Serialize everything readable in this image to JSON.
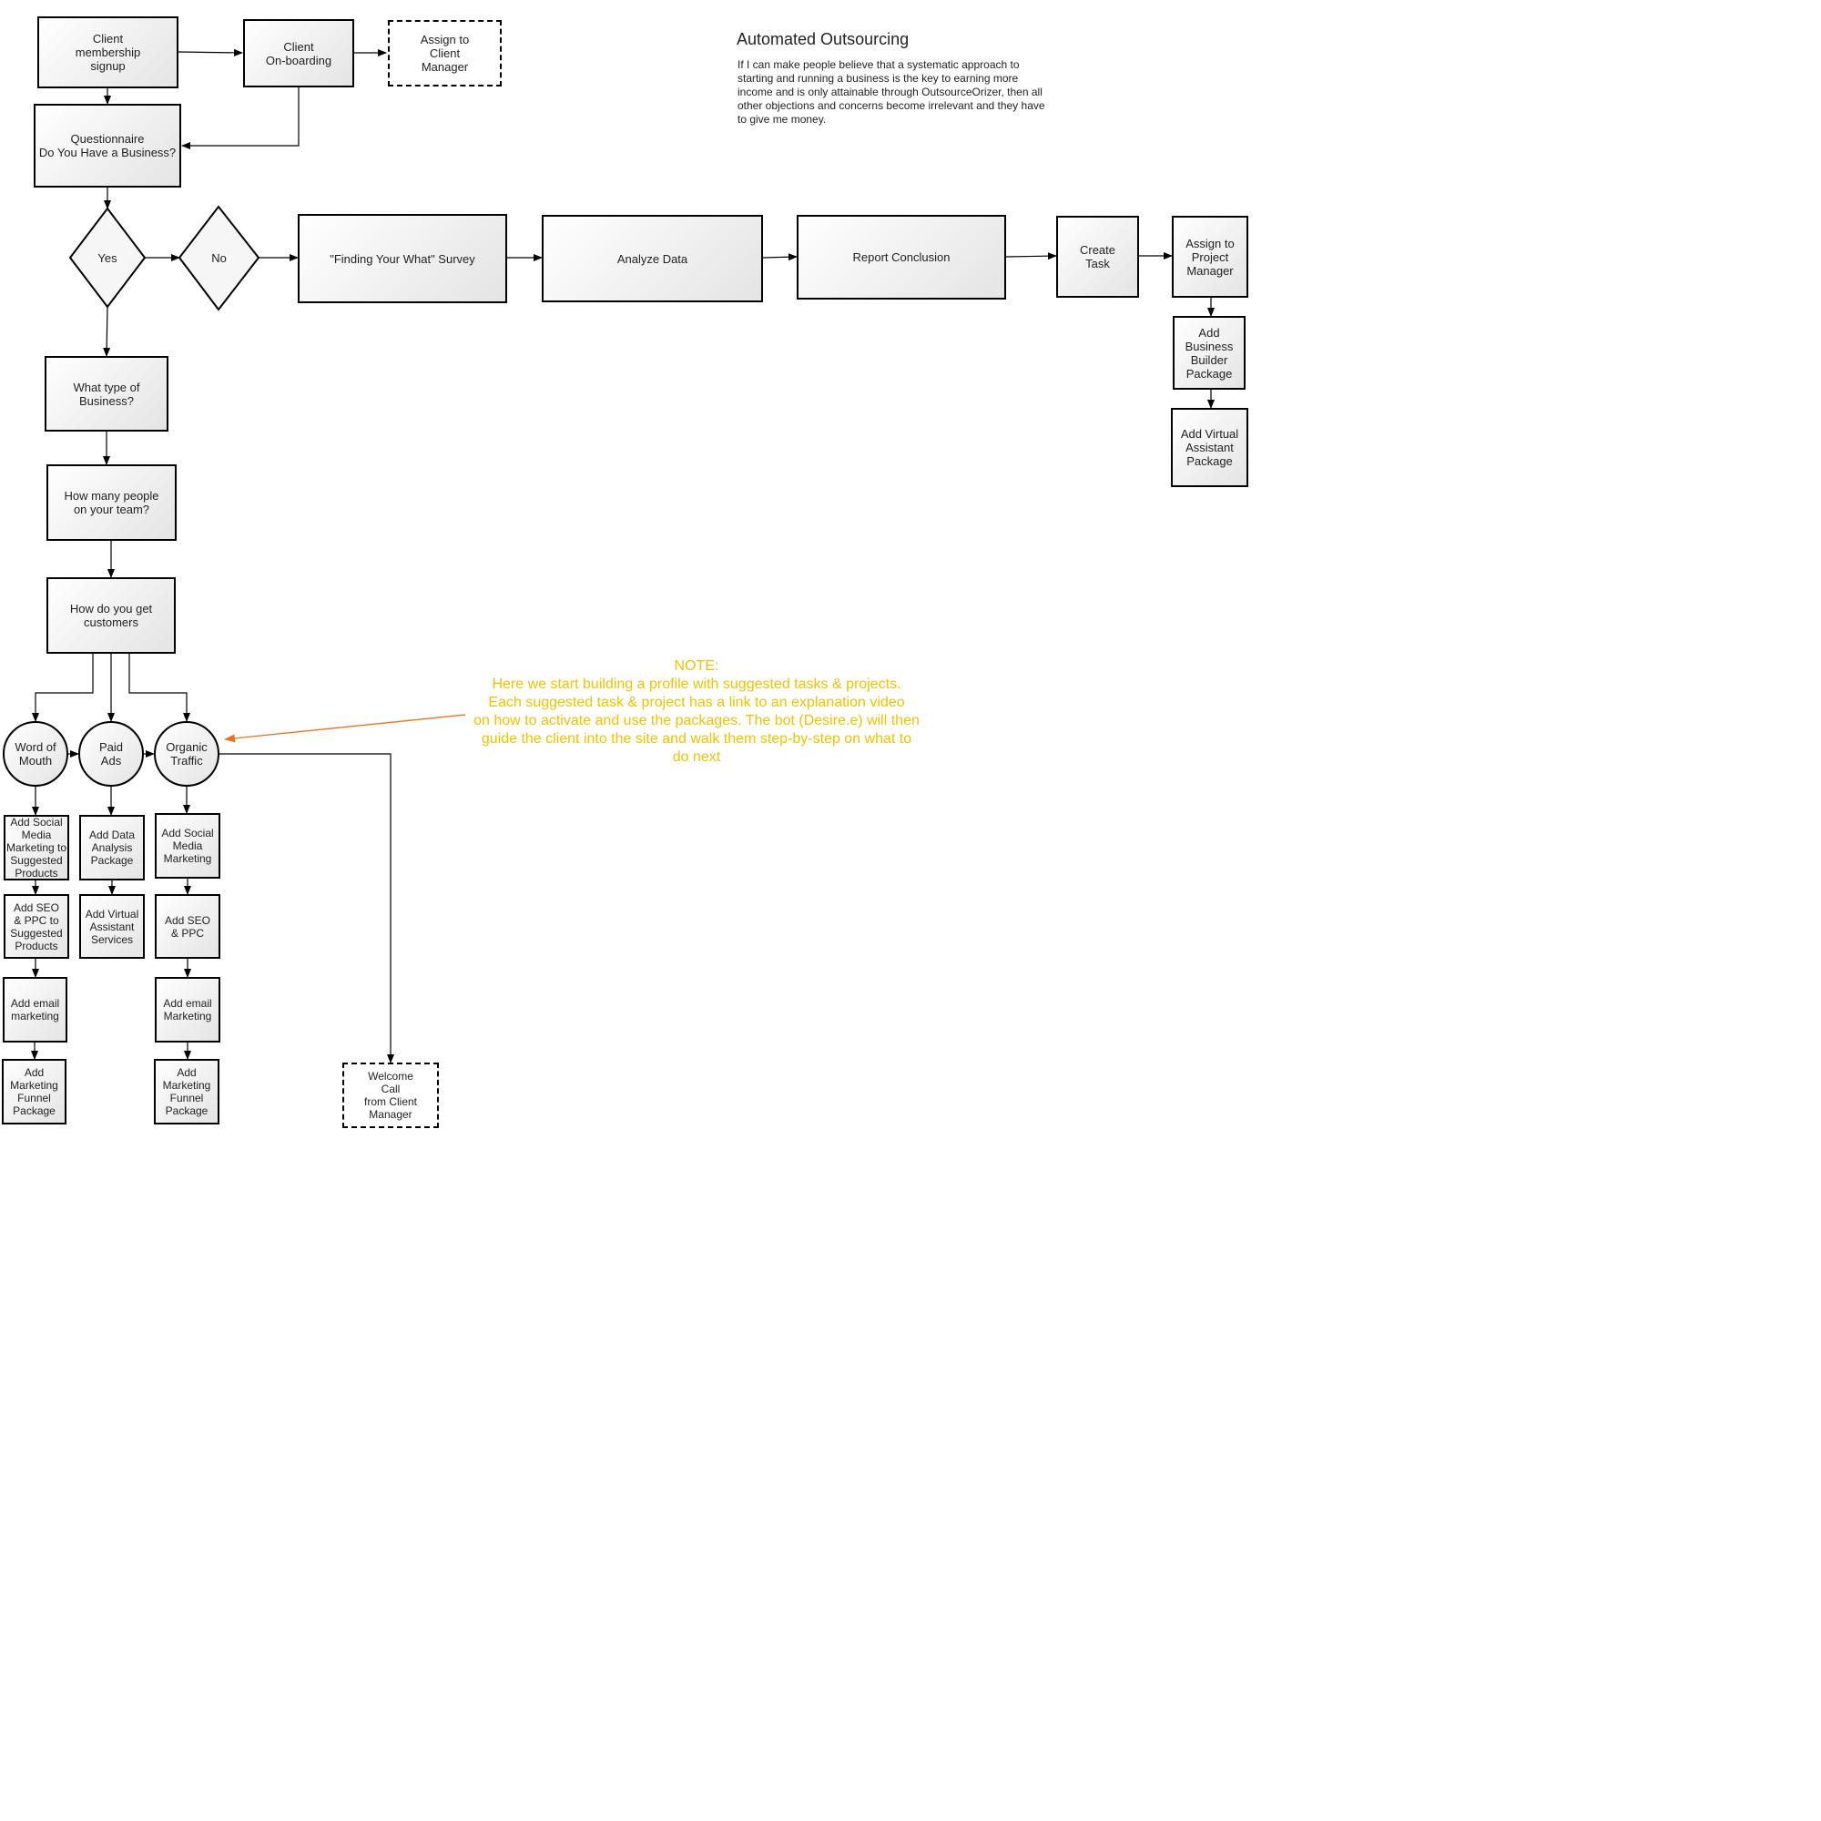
{
  "title": "Automated Outsourcing",
  "description": "If I can make people believe that a systematic approach to starting and running a business is the key to earning more income and is only attainable through OutsourceOrizer, then all other objections and concerns become irrelevant and they have to give me money.",
  "note": "NOTE:\nHere we start building a profile with suggested tasks & projects.\nEach suggested task & project has a link to an explanation video\non how to activate and use the packages.  The bot (Desire.e) will then\nguide the client into the site and walk them step-by-step on what to\ndo next",
  "colors": {
    "note": "#f2c200",
    "note_arrow": "#f07020",
    "stroke": "#000000"
  },
  "nodes": {
    "membership": "Client\nmembership\nsignup",
    "onboarding": "Client\nOn-boarding",
    "assign_client_manager": "Assign to\nClient\nManager",
    "questionnaire": "Questionnaire\nDo You Have a Business?",
    "yes": "Yes",
    "no": "No",
    "survey": "\"Finding Your What\" Survey",
    "analyze": "Analyze Data",
    "report": "Report Conclusion",
    "create_task": "Create\nTask",
    "assign_project_manager": "Assign to\nProject\nManager",
    "business_builder": "Add Business\nBuilder\nPackage",
    "va_package": "Add Virtual\nAssistant\nPackage",
    "business_type": "What type of\nBusiness?",
    "team_size": "How many people\non your team?",
    "get_customers": "How do you get\ncustomers",
    "word_of_mouth": "Word of\nMouth",
    "paid_ads": "Paid\nAds",
    "organic": "Organic\nTraffic",
    "wom_social": "Add Social\nMedia\nMarketing to\nSuggested\nProducts",
    "wom_seo": "Add SEO\n& PPC to\nSuggested\nProducts",
    "wom_email": "Add email\nmarketing",
    "wom_funnel": "Add\nMarketing\nFunnel\nPackage",
    "ads_data": "Add Data\nAnalysis\nPackage",
    "ads_va": "Add Virtual\nAssistant\nServices",
    "org_social": "Add Social\nMedia\nMarketing",
    "org_seo": "Add SEO\n& PPC",
    "org_email": "Add email\nMarketing",
    "org_funnel": "Add\nMarketing\nFunnel\nPackage",
    "welcome_call": "Welcome\nCall\nfrom Client\nManager"
  }
}
